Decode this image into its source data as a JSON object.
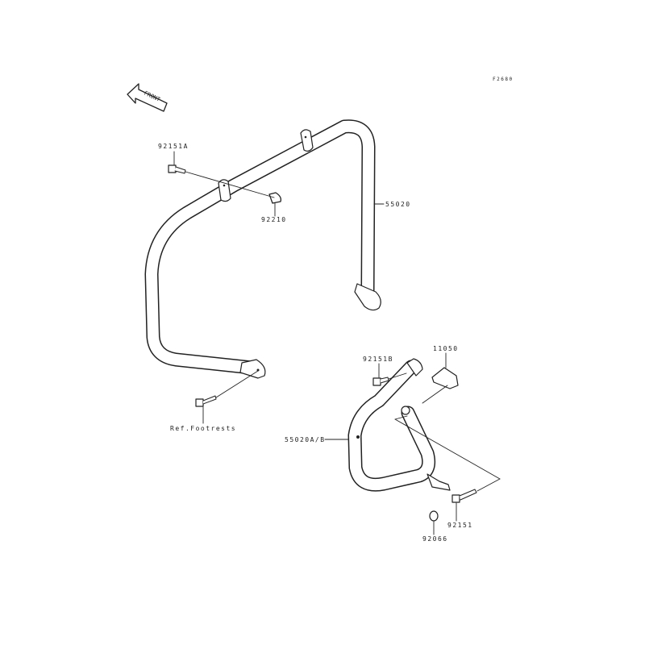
{
  "diagram": {
    "figure_code": "F2680",
    "front_indicator": "FRONT",
    "parts": [
      {
        "number": "92151A",
        "kind": "bolt"
      },
      {
        "number": "92210",
        "kind": "cap-nut"
      },
      {
        "number": "55020",
        "kind": "guard-bar"
      },
      {
        "number": "92151B",
        "kind": "bolt"
      },
      {
        "number": "11050",
        "kind": "bracket"
      },
      {
        "number": "55020A/B",
        "kind": "guard-bar"
      },
      {
        "number": "92151",
        "kind": "bolt"
      },
      {
        "number": "92066",
        "kind": "plug"
      }
    ],
    "reference": "Ref.Footrests"
  },
  "colors": {
    "line": "#222222",
    "background": "#ffffff"
  }
}
